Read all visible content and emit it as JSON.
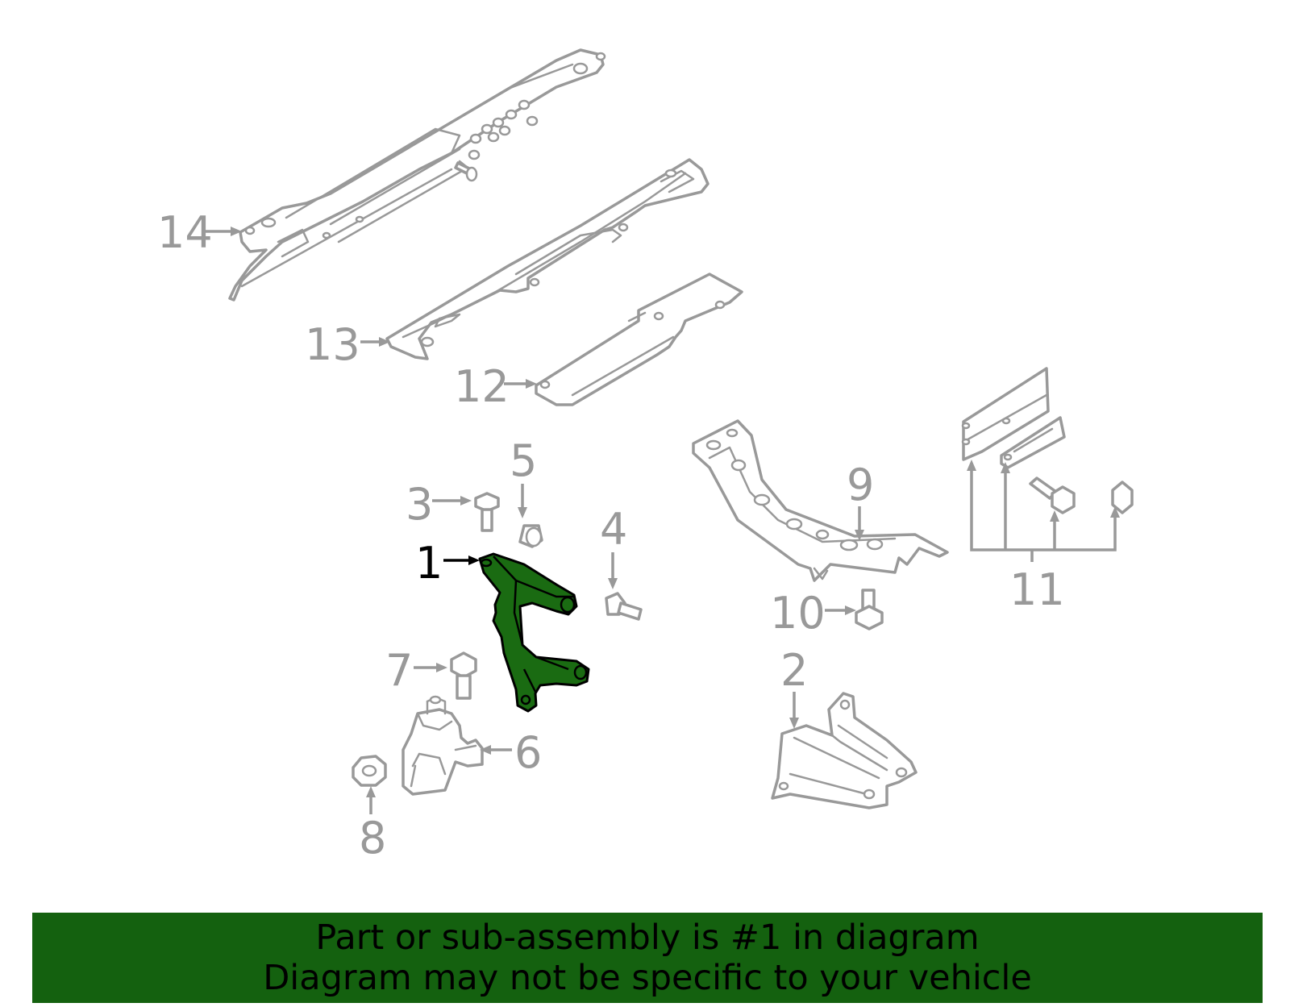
{
  "diagram": {
    "callouts": {
      "c1": "1",
      "c2": "2",
      "c3": "3",
      "c4": "4",
      "c5": "5",
      "c6": "6",
      "c7": "7",
      "c8": "8",
      "c9": "9",
      "c10": "10",
      "c11": "11",
      "c12": "12",
      "c13": "13",
      "c14": "14"
    },
    "highlighted_part": "1",
    "colors": {
      "highlight_fill": "#1a6b12",
      "line_gray": "#999999",
      "banner_bg": "#14610f"
    }
  },
  "banner": {
    "line1": "Part or sub-assembly is #1 in diagram",
    "line2": "Diagram may not be specific to your vehicle"
  }
}
